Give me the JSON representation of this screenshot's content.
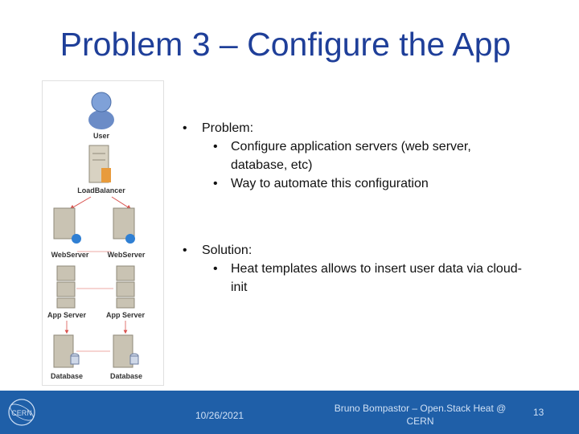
{
  "slide": {
    "title": "Problem 3 – Configure the App"
  },
  "diagram": {
    "labels": {
      "user": "User",
      "load_balancer": "LoadBalancer",
      "web_server_left": "WebServer",
      "web_server_right": "WebServer",
      "app_server_left": "App Server",
      "app_server_right": "App Server",
      "database_left": "Database",
      "database_right": "Database"
    },
    "colors": {
      "arrow": "#d9534f",
      "server": "#c9c3b3",
      "user": "#6b8cc7"
    }
  },
  "content": {
    "problem": {
      "heading": "Problem:",
      "items": [
        "Configure application servers (web server, database, etc)",
        "Way to automate this configuration"
      ]
    },
    "solution": {
      "heading": "Solution:",
      "items": [
        "Heat templates allows to insert user data via cloud-init"
      ]
    }
  },
  "footer": {
    "date": "10/26/2021",
    "author": "Bruno Bompastor – Open.Stack Heat @ CERN",
    "page_number": "13",
    "logo_text": "CERN",
    "color": "#1f5fa8"
  }
}
